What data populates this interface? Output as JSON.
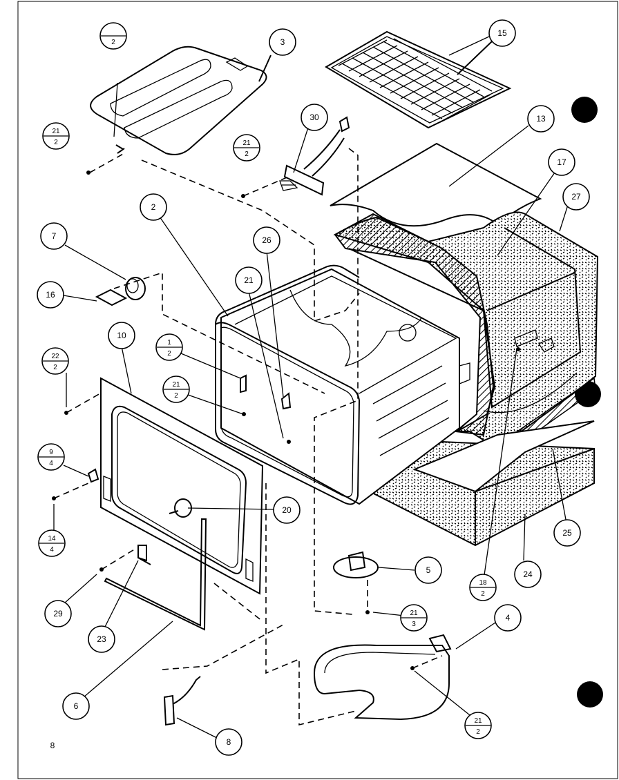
{
  "callouts": {
    "c15": "15",
    "c3": "3",
    "c13": "13",
    "c17": "17",
    "c27": "27",
    "c30": "30",
    "c2": "2",
    "c26": "26",
    "c7": "7",
    "c21": "21",
    "c16": "16",
    "c10": "10",
    "c20": "20",
    "c5": "5",
    "c4": "4",
    "c29": "29",
    "c23": "23",
    "c6": "6",
    "c8": "8",
    "c24": "24",
    "c25": "25"
  },
  "fractions": {
    "f_top_left": {
      "num": "",
      "den": "2"
    },
    "f_21_2_a": {
      "num": "21",
      "den": "2"
    },
    "f_21_2_b": {
      "num": "21",
      "den": "2"
    },
    "f_1_2": {
      "num": "1",
      "den": "2"
    },
    "f_21_2_c": {
      "num": "21",
      "den": "2"
    },
    "f_22_2": {
      "num": "22",
      "den": "2"
    },
    "f_9_4": {
      "num": "9",
      "den": "4"
    },
    "f_14_4": {
      "num": "14",
      "den": "4"
    },
    "f_18_2": {
      "num": "18",
      "den": "2"
    },
    "f_21_3": {
      "num": "21",
      "den": "3"
    },
    "f_21_2_d": {
      "num": "21",
      "den": "2"
    }
  },
  "page_number": "8"
}
